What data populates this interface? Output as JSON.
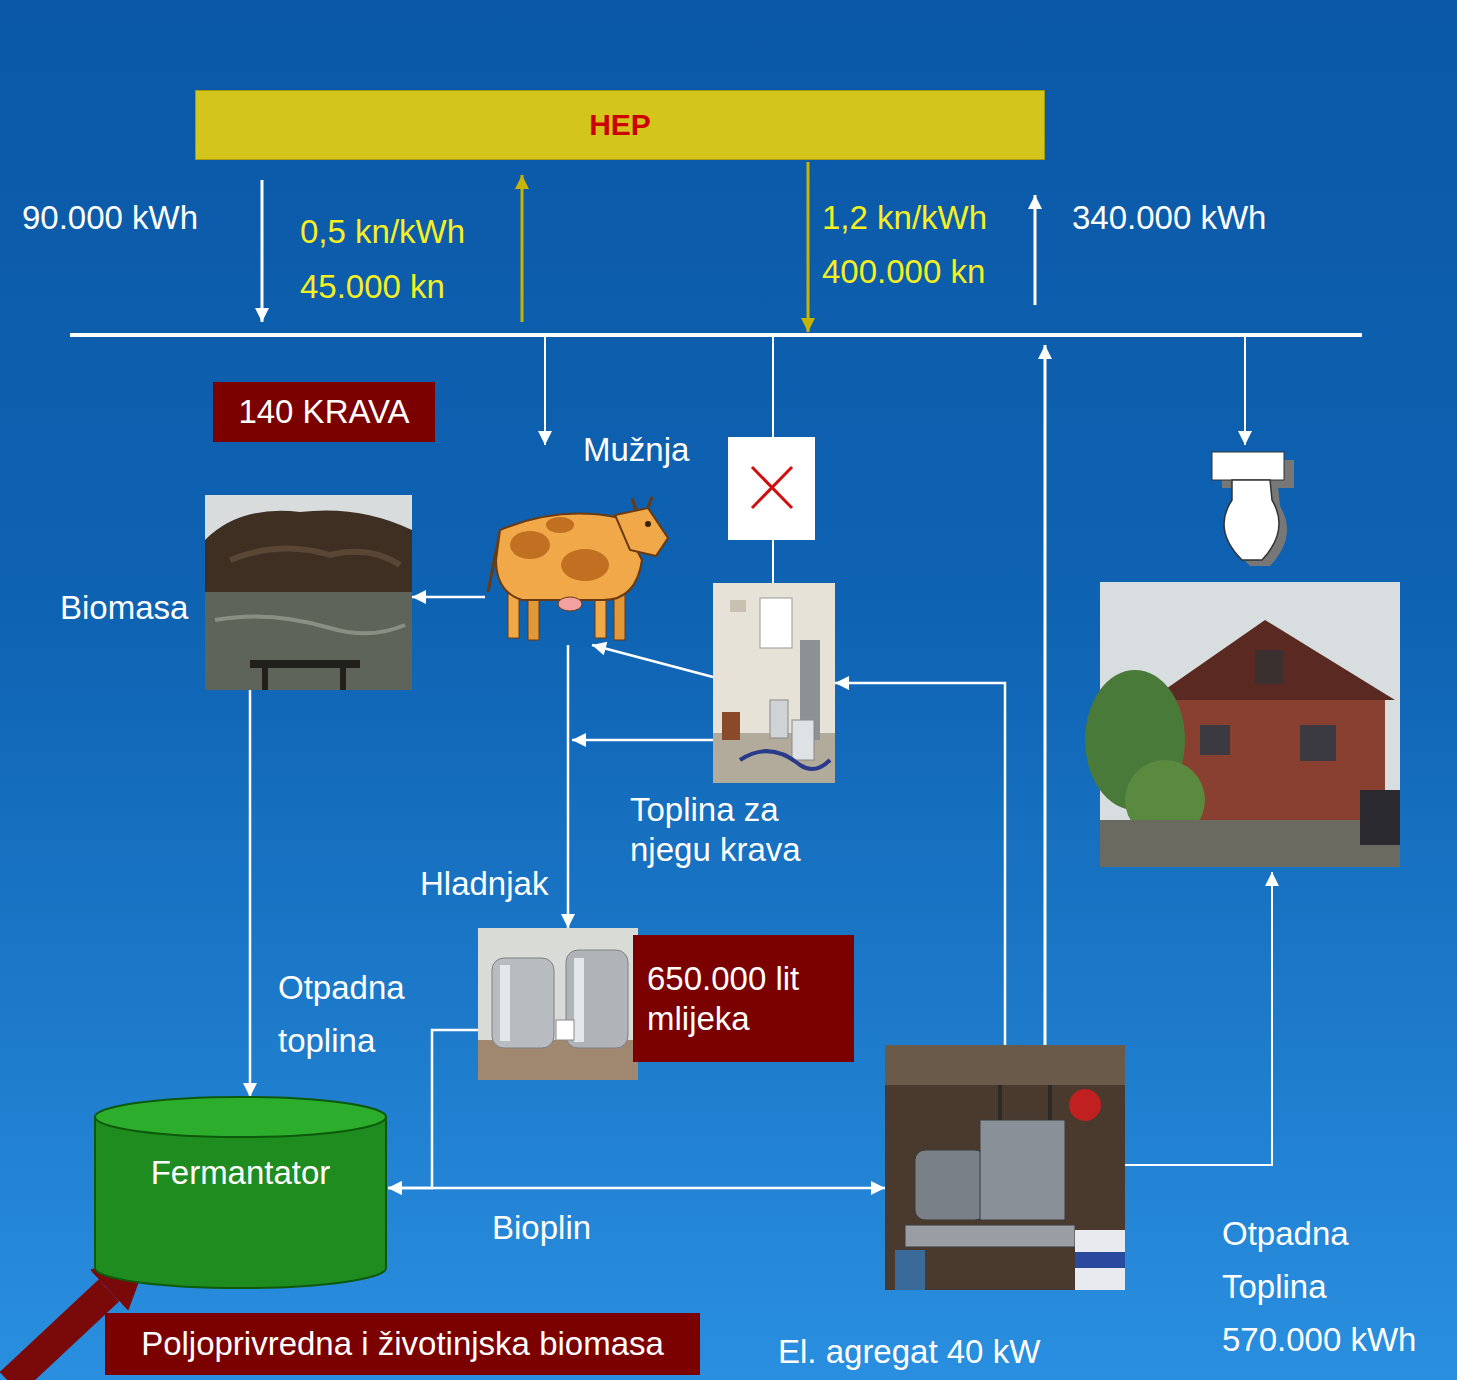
{
  "diagram": {
    "nodes": [
      {
        "text": [
          "HEP"
        ]
      },
      {
        "text": [
          "140 KRAVA"
        ]
      },
      {
        "text": [
          "Biomasa"
        ]
      },
      {
        "text": [
          "Mužnja"
        ]
      },
      {
        "text": [
          "Toplina za njegu krava"
        ]
      },
      {
        "text": [
          "Hladnjak"
        ]
      },
      {
        "text": [
          "650.000 lit mlijeka"
        ]
      },
      {
        "text": [
          "Fermantator"
        ]
      },
      {
        "text": [
          "Poljoprivredna i životinjska biomasa"
        ]
      },
      {
        "text": [
          "El. agregat 40 kW"
        ]
      }
    ],
    "edges": [
      {
        "from": 3,
        "to": 2,
        "arrow": "to"
      },
      {
        "from": 2,
        "to": 7,
        "arrow": "to"
      },
      {
        "from": 3,
        "to": 5,
        "arrow": "to"
      },
      {
        "from": 4,
        "to": 3,
        "arrow": "to"
      },
      {
        "from": 4,
        "to": 5,
        "arrow": "to"
      },
      {
        "from": 7,
        "to": 9,
        "label": "Bioplin",
        "arrow": "both"
      },
      {
        "from": 9,
        "to": 4,
        "arrow": "to"
      },
      {
        "from": 5,
        "to": 7,
        "label": "Otpadna toplina",
        "arrow": "to"
      },
      {
        "from": 8,
        "to": 7,
        "arrow": "to"
      }
    ],
    "labels": [
      "90.000 kWh",
      "0,5 kn/kWh",
      "45.000 kn",
      "1,2 kn/kWh",
      "400.000 kn",
      "340.000 kWh",
      "Otpadna Toplina 570.000 kWh"
    ]
  }
}
